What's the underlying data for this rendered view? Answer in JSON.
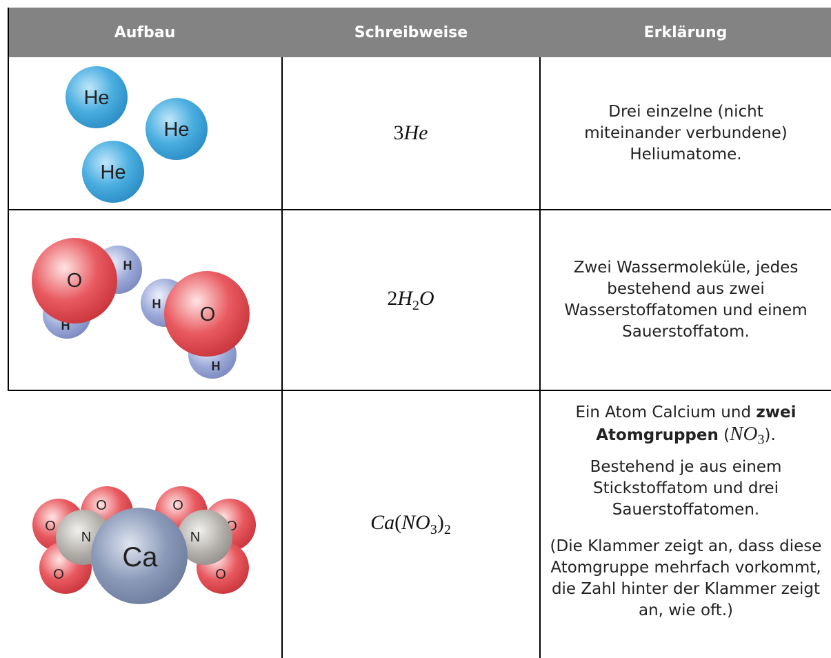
{
  "headers": [
    "Aufbau",
    "Schreibweise",
    "Erklärung"
  ],
  "colors": {
    "header_bg": "#838383",
    "helium": "#4aaee0",
    "oxygen": "#e85a60",
    "hydrogen": "#9aa8d8",
    "nitrogen": "#b2afaa",
    "calcium": "#8a99b8"
  },
  "rows": [
    {
      "atoms": [
        "He",
        "He",
        "He"
      ],
      "formula": {
        "coef": "3",
        "a": "He"
      },
      "explanation": [
        "Drei einzelne (nicht miteinander verbundene) Heliumatome."
      ]
    },
    {
      "atoms": [
        "O",
        "H",
        "H",
        "O",
        "H",
        "H"
      ],
      "formula": {
        "coef": "2",
        "a": "H",
        "a_sub": "2",
        "b": "O"
      },
      "explanation": [
        "Zwei Wassermoleküle, jedes bestehend aus zwei Wasserstoffatomen und einem Sauerstoffatom."
      ]
    },
    {
      "atoms": [
        "O",
        "O",
        "O",
        "N",
        "O",
        "O",
        "O",
        "N",
        "Ca"
      ],
      "formula": {
        "a": "Ca",
        "open": "(",
        "b": "NO",
        "b_sub": "3",
        "close": ")",
        "close_sub": "2"
      },
      "explanation_parts": {
        "pre": "Ein Atom Calcium und ",
        "bold": "zwei Atomgruppen",
        "formula_open": " (",
        "formula": "NO",
        "formula_sub": "3",
        "formula_close": ")."
      },
      "explanation": [
        "Bestehend je aus einem Stickstoffatom und drei Sauerstoffatomen.",
        "(Die Klammer zeigt an, dass diese Atomgruppe mehrfach vorkommt, die Zahl hinter der Klammer zeigt an, wie oft.)"
      ]
    }
  ]
}
